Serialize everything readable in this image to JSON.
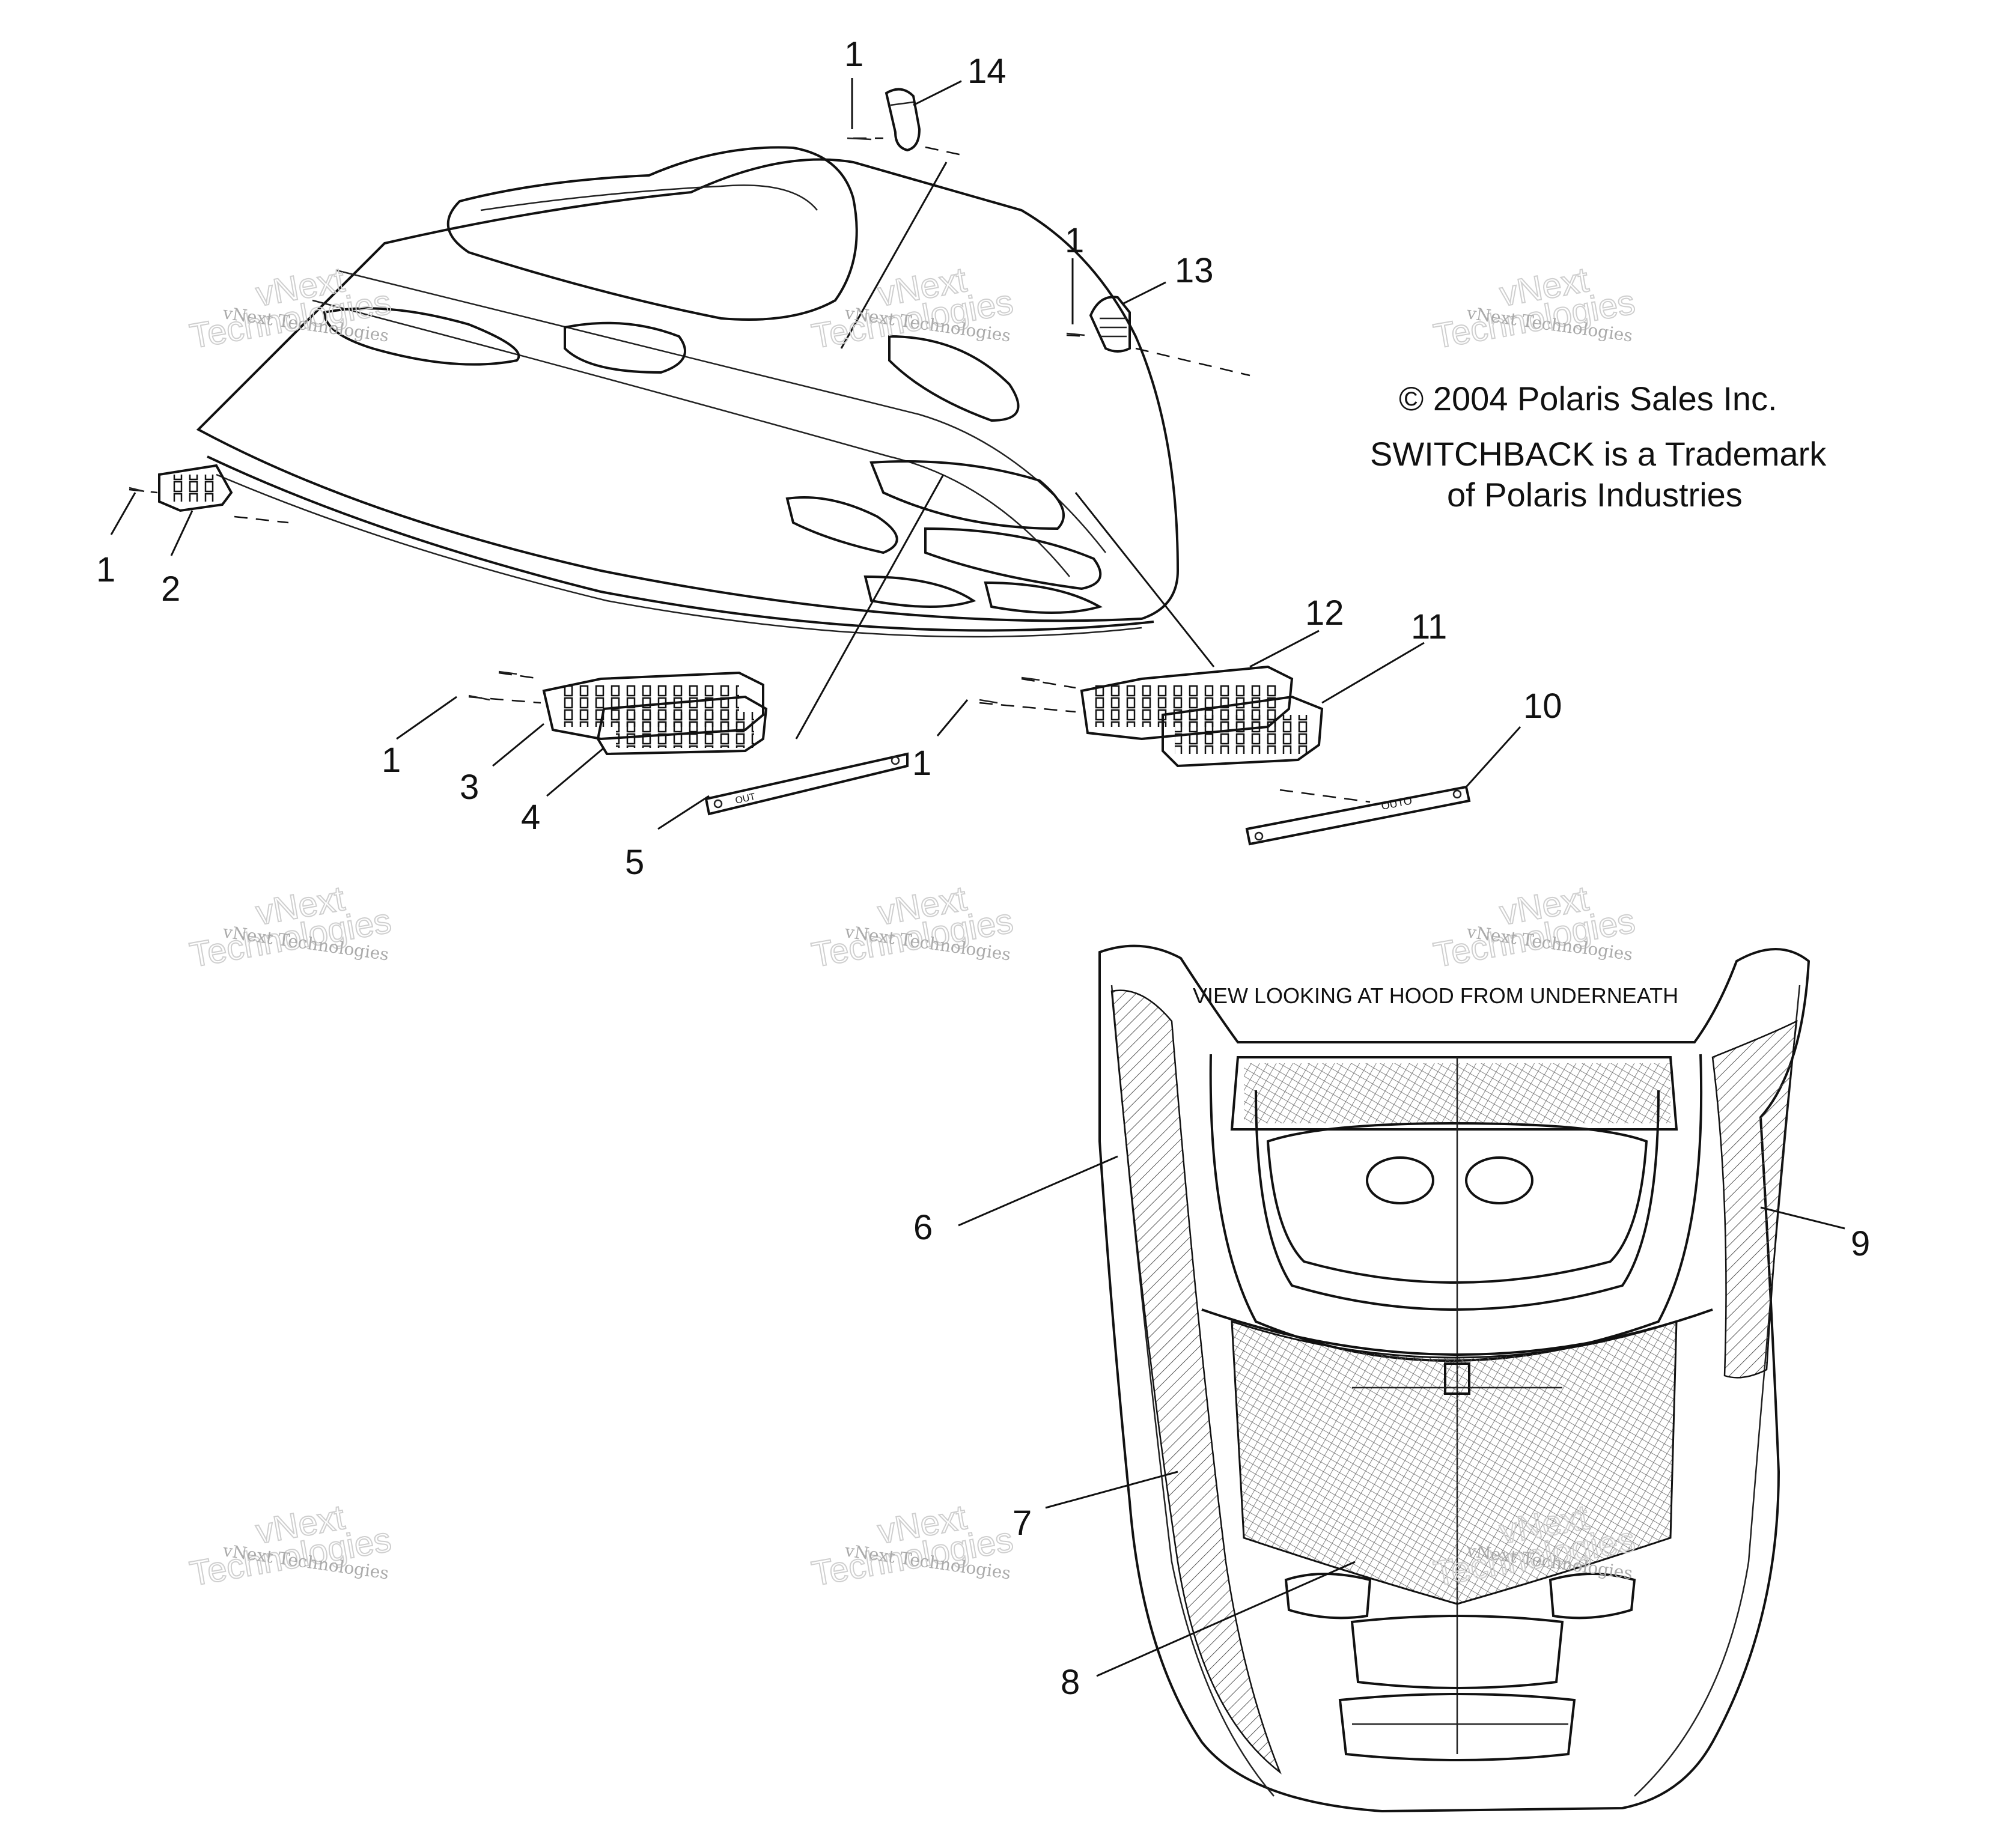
{
  "callouts": {
    "c1_top": "1",
    "c14": "14",
    "c1_mid": "1",
    "c13": "13",
    "c1_left": "1",
    "c2": "2",
    "c12": "12",
    "c11": "11",
    "c10": "10",
    "c1_louver_left": "1",
    "c3": "3",
    "c4": "4",
    "c5": "5",
    "c1_louver_right": "1",
    "c6": "6",
    "c9": "9",
    "c7": "7",
    "c8": "8"
  },
  "notes": {
    "copyright": "© 2004 Polaris Sales Inc.",
    "trademark_line1": "SWITCHBACK is a Trademark",
    "trademark_line2": "of Polaris Industries",
    "view_label": "VIEW LOOKING AT HOOD FROM UNDERNEATH"
  },
  "badges": {
    "left_badge": "OUT",
    "right_badge": "OUTO"
  },
  "watermark": {
    "line1": "vNext Technologies",
    "line2": "vNext",
    "line3": "Technologies"
  }
}
